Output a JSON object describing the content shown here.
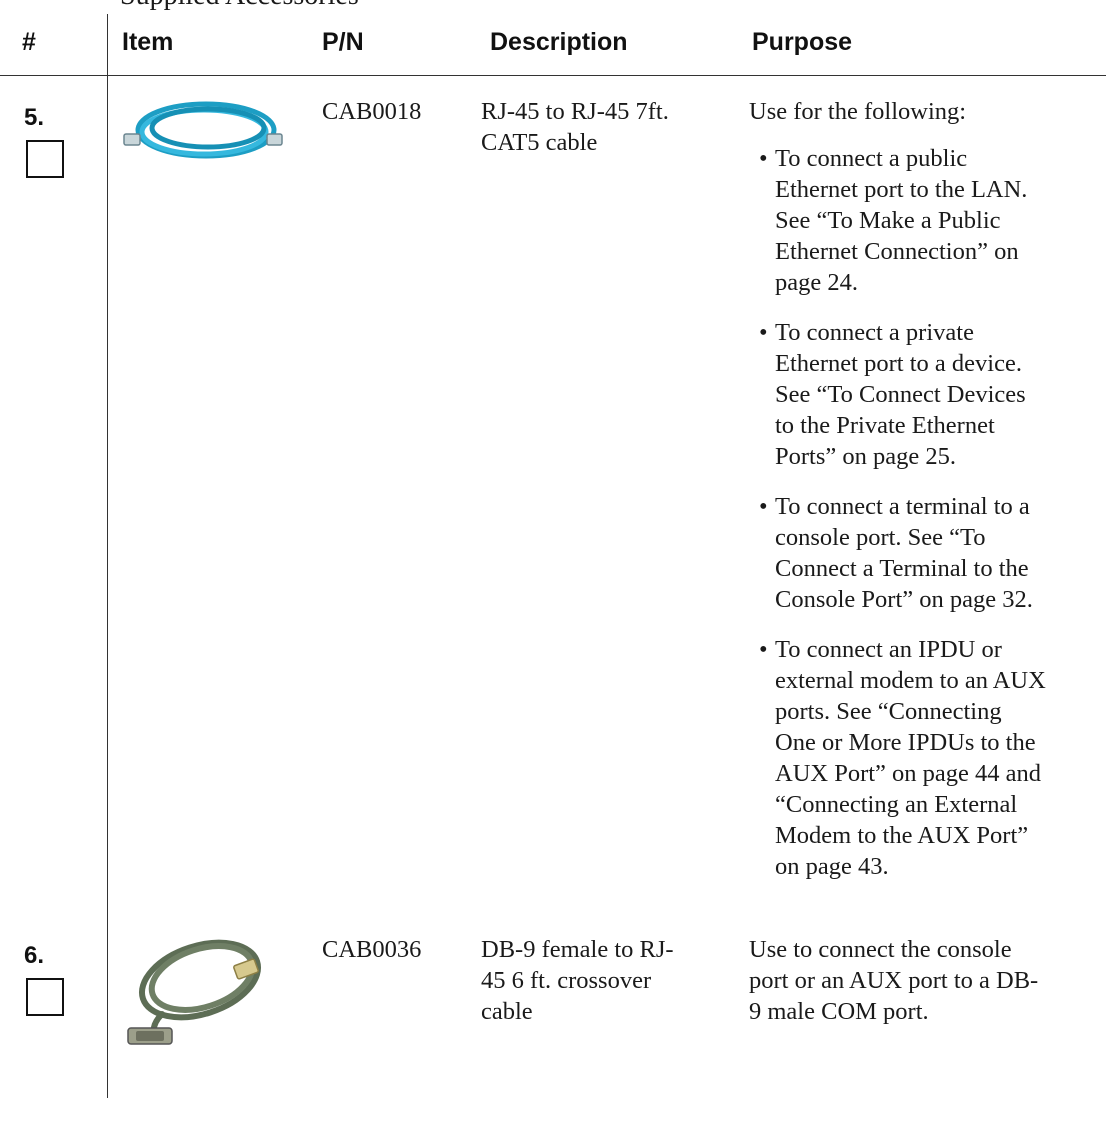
{
  "top_fragment": "Supplied Accessories",
  "table": {
    "headers": [
      "#",
      "Item",
      "P/N",
      "Description",
      "Purpose"
    ],
    "rows": [
      {
        "num": "5.",
        "item_image": "blue-cat5-cable-photo",
        "pn": "CAB0018",
        "description_lines": [
          "RJ-45 to RJ-45 7ft.",
          "CAT5 cable"
        ],
        "purpose_intro": "Use for the following:",
        "purpose_bullets": [
          [
            "To connect a public",
            "Ethernet port to the LAN.",
            "See “To Make a Public",
            "Ethernet Connection” on",
            "page 24."
          ],
          [
            "To connect a private",
            "Ethernet port to a device.",
            "See “To Connect Devices",
            "to the Private Ethernet",
            "Ports” on page 25."
          ],
          [
            "To connect a terminal to a",
            "console port. See “To",
            "Connect a Terminal to the",
            "Console Port” on page 32."
          ],
          [
            "To connect an IPDU or",
            "external modem to an AUX",
            "ports. See “Connecting",
            "One or More IPDUs to the",
            "AUX Port” on page 44 and",
            "“Connecting an External",
            "Modem to the AUX Port”",
            "on page 43."
          ]
        ]
      },
      {
        "num": "6.",
        "item_image": "db9-crossover-cable-photo",
        "pn": "CAB0036",
        "description_lines": [
          "DB-9 female to RJ-",
          "45 6 ft. crossover",
          "cable"
        ],
        "purpose_lines": [
          "Use to connect the console",
          "port or an AUX port to a DB-",
          "9 male COM port."
        ]
      }
    ]
  },
  "colors": {
    "cable_blue": "#22a6cc",
    "cable_gray": "#5f6f57"
  }
}
